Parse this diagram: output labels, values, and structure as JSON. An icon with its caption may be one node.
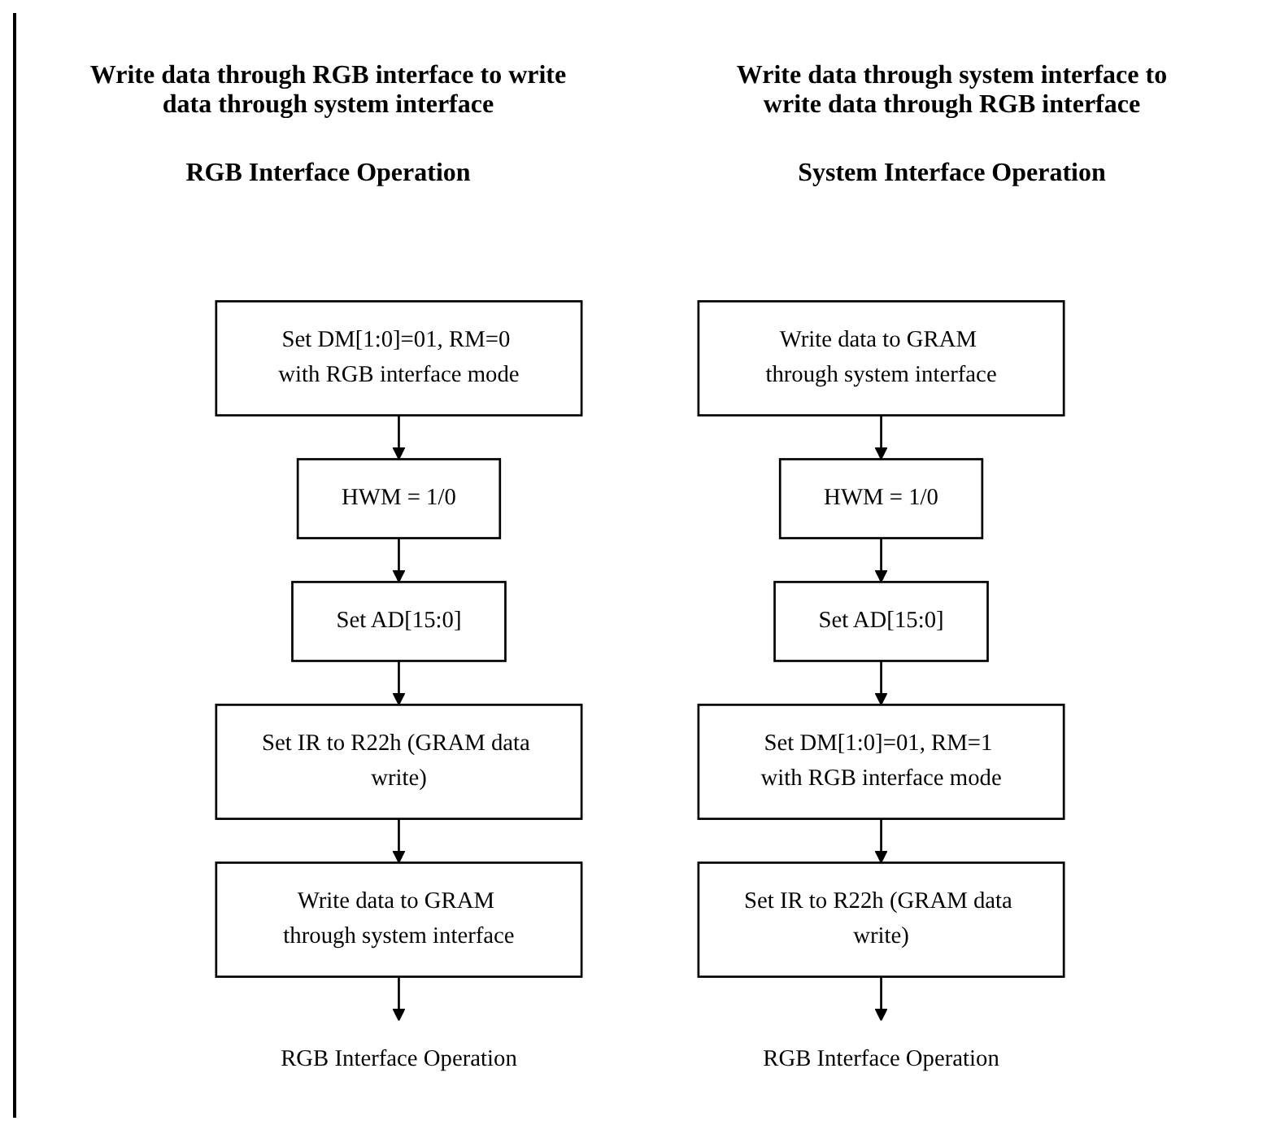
{
  "diagram": {
    "nodes": [
      {
        "text": [
          "Set DM[1:0]=01, RM=0 with RGB interface mode"
        ]
      },
      {
        "text": [
          "HWM = 1/0"
        ]
      },
      {
        "text": [
          "Set AD[15:0]"
        ]
      },
      {
        "text": [
          "Set IR to R22h (GRAM data write)"
        ]
      },
      {
        "text": [
          "Write data to GRAM through system interface"
        ]
      },
      {
        "text": [
          "RGB Interface Operation"
        ]
      },
      {
        "text": [
          "Write data to GRAM through system interface"
        ]
      },
      {
        "text": [
          "HWM = 1/0"
        ]
      },
      {
        "text": [
          "Set AD[15:0]"
        ]
      },
      {
        "text": [
          "Set DM[1:0]=01, RM=1 with RGB interface mode"
        ]
      },
      {
        "text": [
          "Set IR to R22h (GRAM data write)"
        ]
      },
      {
        "text": [
          "RGB Interface Operation"
        ]
      }
    ],
    "edges": [
      {
        "from": 0,
        "to": 1,
        "arrow": "to"
      },
      {
        "from": 1,
        "to": 2,
        "arrow": "to"
      },
      {
        "from": 2,
        "to": 3,
        "arrow": "to"
      },
      {
        "from": 3,
        "to": 4,
        "arrow": "to"
      },
      {
        "from": 4,
        "to": 5,
        "arrow": "to"
      },
      {
        "from": 6,
        "to": 7,
        "arrow": "to"
      },
      {
        "from": 7,
        "to": 8,
        "arrow": "to"
      },
      {
        "from": 8,
        "to": 9,
        "arrow": "to"
      },
      {
        "from": 9,
        "to": 10,
        "arrow": "to"
      },
      {
        "from": 10,
        "to": 11,
        "arrow": "to"
      }
    ],
    "labels": [
      "Write data through RGB interface to write data through system interface",
      "Write data through system interface to write data through RGB interface",
      "RGB Interface Operation",
      "System Interface Operation"
    ]
  }
}
